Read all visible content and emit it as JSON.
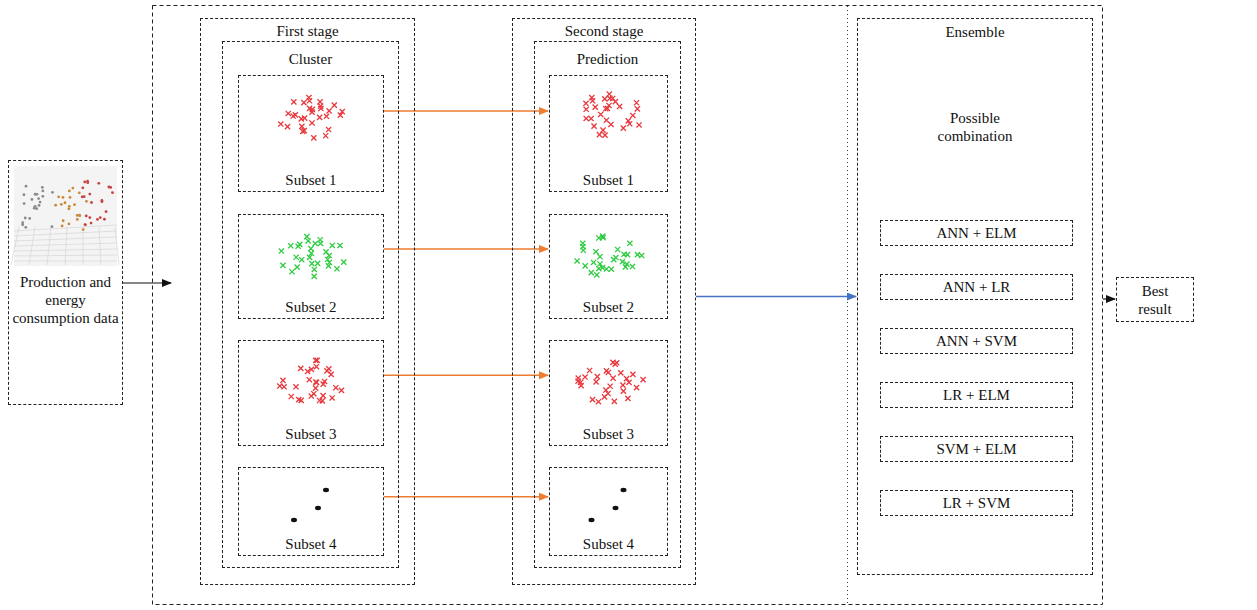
{
  "diagram": {
    "nodes": [
      {
        "text": [
          "Production and energy consumption data"
        ]
      },
      {
        "text": [
          "First stage"
        ]
      },
      {
        "text": [
          "Cluster"
        ],
        "in": 1
      },
      {
        "text": [
          "Subset 1"
        ],
        "in": 2
      },
      {
        "text": [
          "Subset 2"
        ],
        "in": 2
      },
      {
        "text": [
          "Subset 3"
        ],
        "in": 2
      },
      {
        "text": [
          "Subset 4"
        ],
        "in": 2
      },
      {
        "text": [
          "Second stage"
        ]
      },
      {
        "text": [
          "Prediction"
        ],
        "in": 7
      },
      {
        "text": [
          "Subset 1"
        ],
        "in": 8
      },
      {
        "text": [
          "Subset 2"
        ],
        "in": 8
      },
      {
        "text": [
          "Subset 3"
        ],
        "in": 8
      },
      {
        "text": [
          "Subset 4"
        ],
        "in": 8
      },
      {
        "text": [
          "Ensemble",
          "Possible combination"
        ]
      },
      {
        "text": [
          "ANN + ELM"
        ],
        "in": 13
      },
      {
        "text": [
          "ANN + LR"
        ],
        "in": 13
      },
      {
        "text": [
          "ANN + SVM"
        ],
        "in": 13
      },
      {
        "text": [
          "LR + ELM"
        ],
        "in": 13
      },
      {
        "text": [
          "SVM + ELM"
        ],
        "in": 13
      },
      {
        "text": [
          "LR + SVM"
        ],
        "in": 13
      },
      {
        "text": [
          "Best result"
        ]
      }
    ],
    "edges": [
      {
        "from": 3,
        "to": 9,
        "arrow": "to"
      },
      {
        "from": 4,
        "to": 10,
        "arrow": "to"
      },
      {
        "from": 5,
        "to": 11,
        "arrow": "to"
      },
      {
        "from": 6,
        "to": 12,
        "arrow": "to"
      },
      {
        "from": 7,
        "to": 13,
        "arrow": "to"
      }
    ]
  }
}
